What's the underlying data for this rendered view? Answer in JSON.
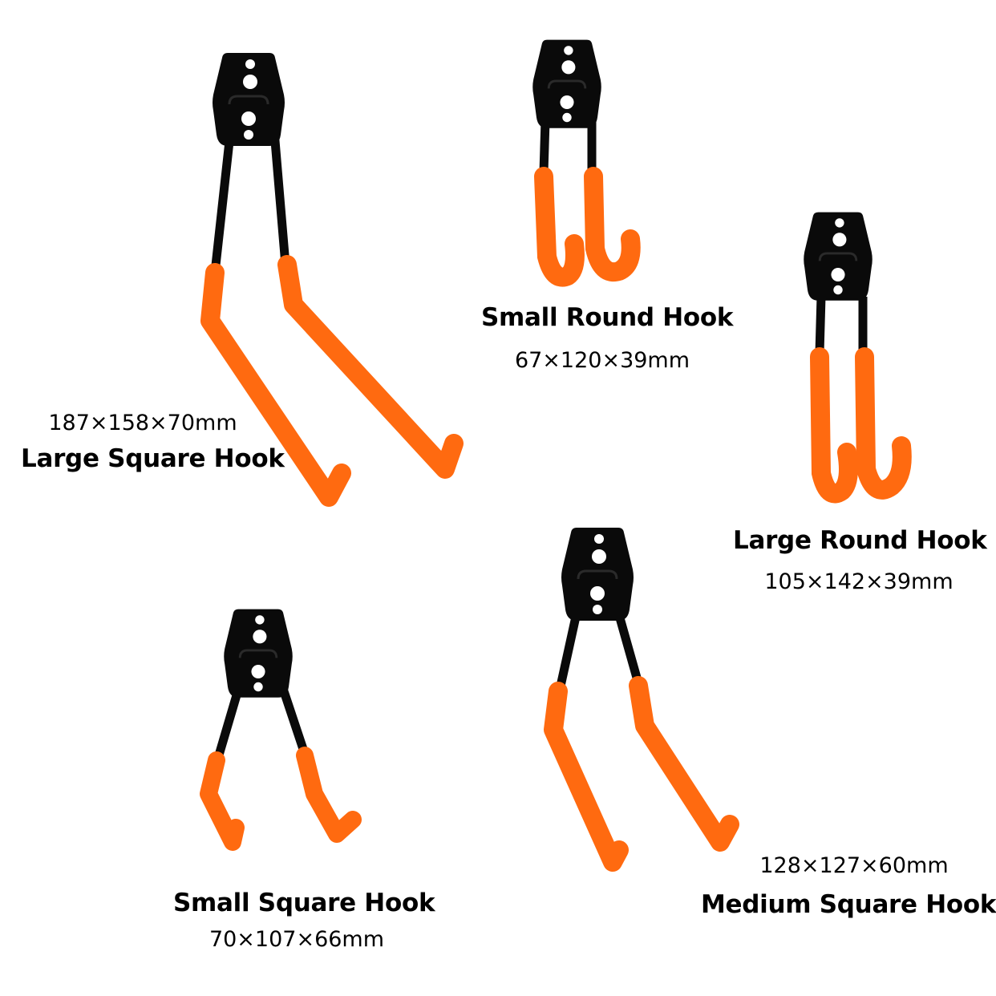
{
  "colors": {
    "background": "#ffffff",
    "bracket": "#0a0a0a",
    "coating": "#ff6a10",
    "coating_shadow": "#e0520a",
    "text": "#000000"
  },
  "products": [
    {
      "id": "large-square",
      "name": "Large Square Hook",
      "dimensions": "187×158×70mm",
      "shape": "square"
    },
    {
      "id": "small-round",
      "name": "Small Round Hook",
      "dimensions": "67×120×39mm",
      "shape": "round"
    },
    {
      "id": "large-round",
      "name": "Large Round Hook",
      "dimensions": "105×142×39mm",
      "shape": "round"
    },
    {
      "id": "small-square",
      "name": "Small Square Hook",
      "dimensions": "70×107×66mm",
      "shape": "square"
    },
    {
      "id": "medium-square",
      "name": "Medium Square Hook",
      "dimensions": "128×127×60mm",
      "shape": "square"
    }
  ]
}
